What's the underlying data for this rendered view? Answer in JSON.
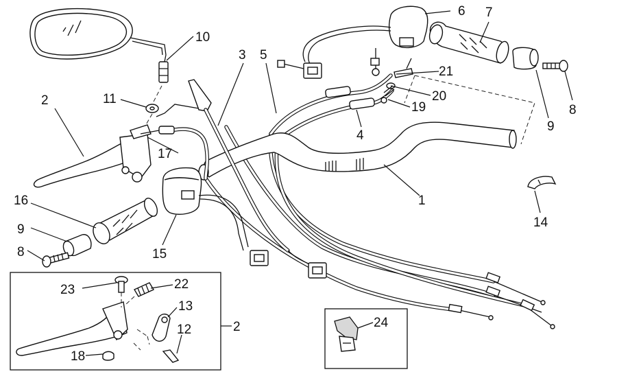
{
  "callouts": {
    "c1": "1",
    "c2a": "2",
    "c2b": "2",
    "c3": "3",
    "c4": "4",
    "c5": "5",
    "c6": "6",
    "c7": "7",
    "c8a": "8",
    "c8b": "8",
    "c9a": "9",
    "c9b": "9",
    "c10": "10",
    "c11": "11",
    "c12": "12",
    "c13": "13",
    "c14": "14",
    "c15": "15",
    "c16": "16",
    "c17": "17",
    "c18": "18",
    "c19": "19",
    "c20": "20",
    "c21": "21",
    "c22": "22",
    "c23": "23",
    "c24": "24"
  },
  "parts": [
    {
      "ref": "1",
      "name": "handlebar"
    },
    {
      "ref": "2",
      "name": "clutch-lever-assembly"
    },
    {
      "ref": "3",
      "name": "cable"
    },
    {
      "ref": "4",
      "name": "throttle-cable"
    },
    {
      "ref": "5",
      "name": "throttle-cable"
    },
    {
      "ref": "6",
      "name": "right-switch-housing"
    },
    {
      "ref": "7",
      "name": "right-grip"
    },
    {
      "ref": "8",
      "name": "bar-end-screw"
    },
    {
      "ref": "9",
      "name": "bar-end-weight"
    },
    {
      "ref": "10",
      "name": "mirror"
    },
    {
      "ref": "11",
      "name": "washer"
    },
    {
      "ref": "12",
      "name": "screw"
    },
    {
      "ref": "13",
      "name": "clamp"
    },
    {
      "ref": "14",
      "name": "cable-clip"
    },
    {
      "ref": "15",
      "name": "left-switch-housing"
    },
    {
      "ref": "16",
      "name": "left-grip"
    },
    {
      "ref": "17",
      "name": "clutch-cable"
    },
    {
      "ref": "18",
      "name": "nut"
    },
    {
      "ref": "19",
      "name": "adjuster"
    },
    {
      "ref": "20",
      "name": "spring"
    },
    {
      "ref": "21",
      "name": "retainer"
    },
    {
      "ref": "22",
      "name": "adjuster"
    },
    {
      "ref": "23",
      "name": "pivot-bolt"
    },
    {
      "ref": "24",
      "name": "cable-clip"
    }
  ]
}
